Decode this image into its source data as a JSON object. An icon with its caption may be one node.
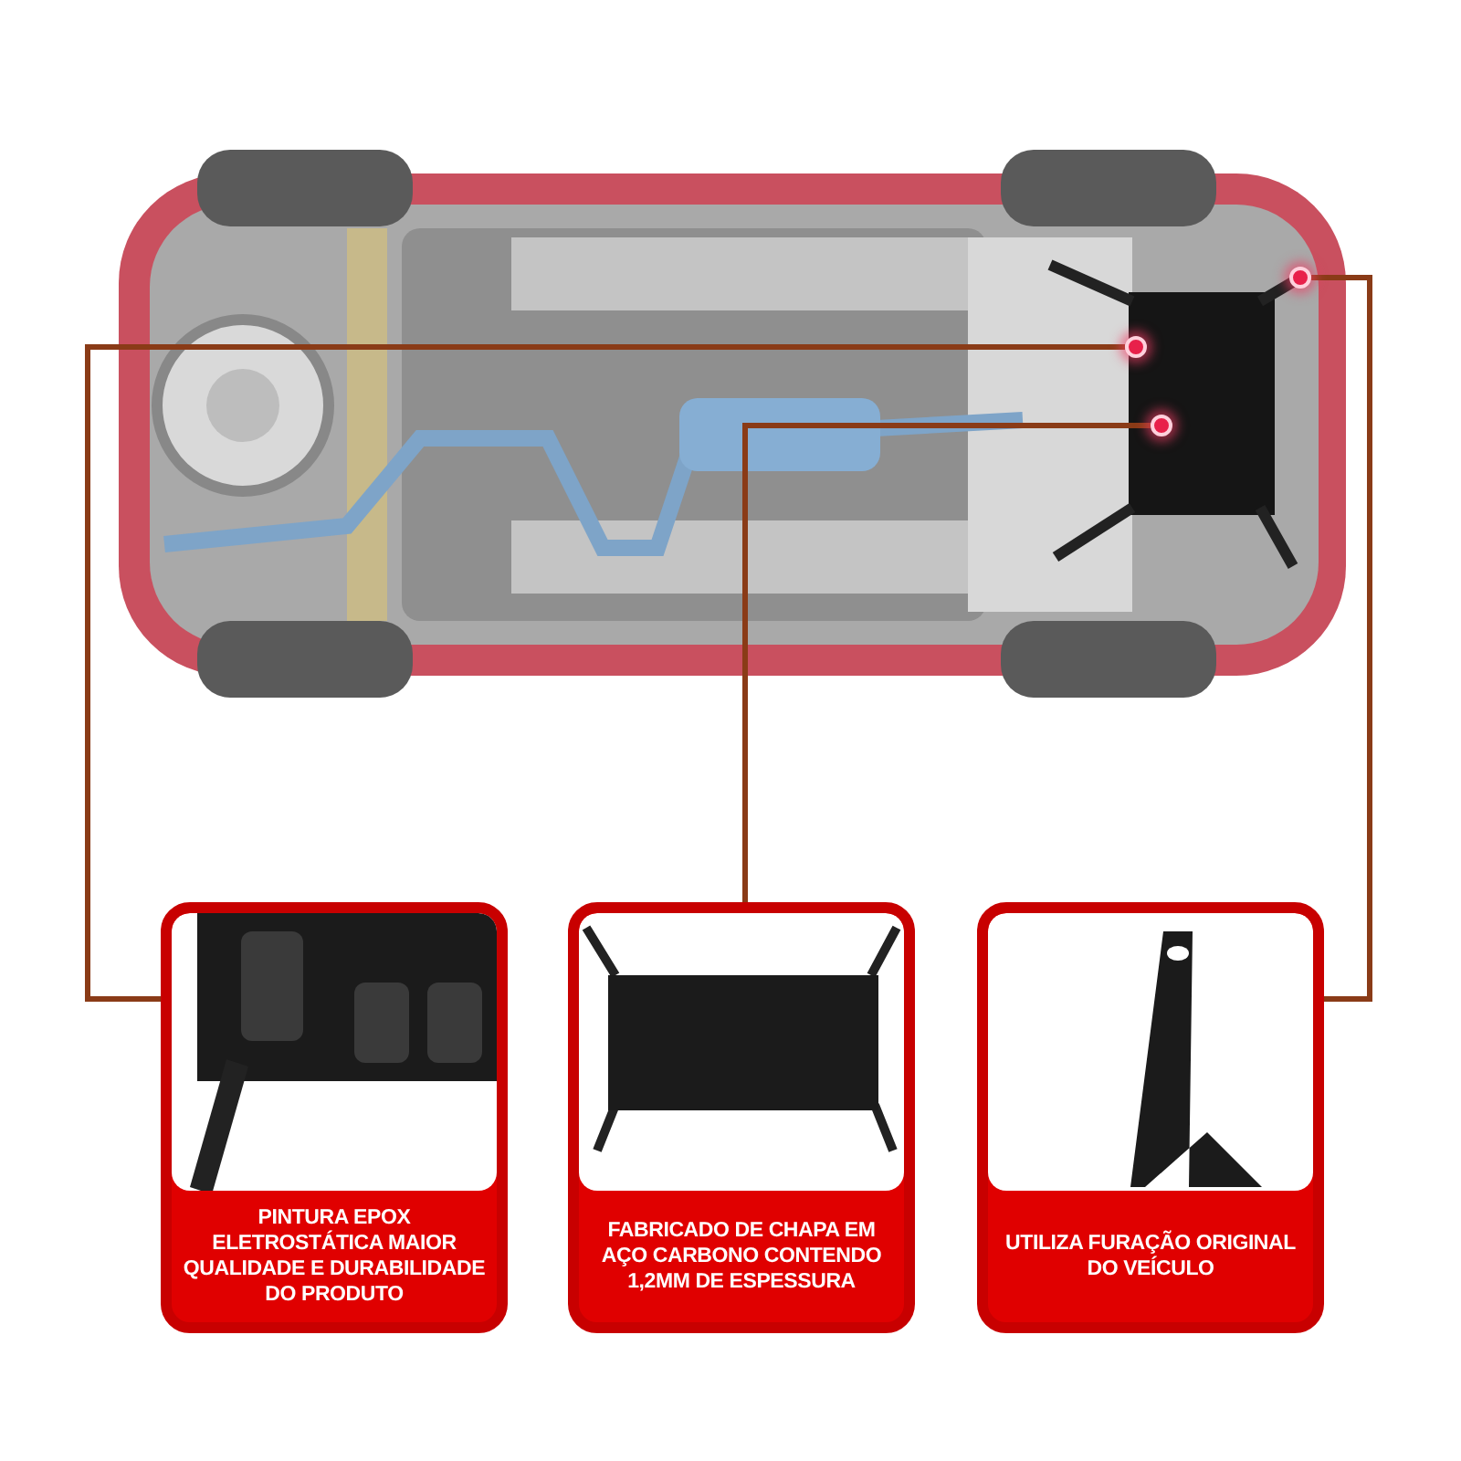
{
  "diagram": {
    "nodes": [
      {
        "text": [],
        "shape": "circle"
      },
      {
        "text": [],
        "shape": "circle"
      },
      {
        "text": [],
        "shape": "circle"
      },
      {
        "text": [
          "PINTURA EPOX ELETROSTÁTICA MAIOR QUALIDADE E DURABILIDADE DO PRODUTO"
        ]
      },
      {
        "text": [
          "FABRICADO DE CHAPA EM AÇO CARBONO CONTENDO 1,2MM DE ESPESSURA"
        ]
      },
      {
        "text": [
          "UTILIZA FURAÇÃO ORIGINAL DO VEÍCULO"
        ]
      }
    ],
    "edges": [
      {
        "from": 1,
        "to": 3,
        "arrow": "none"
      },
      {
        "from": 2,
        "to": 4,
        "arrow": "none"
      },
      {
        "from": 0,
        "to": 5,
        "arrow": "none"
      }
    ]
  }
}
